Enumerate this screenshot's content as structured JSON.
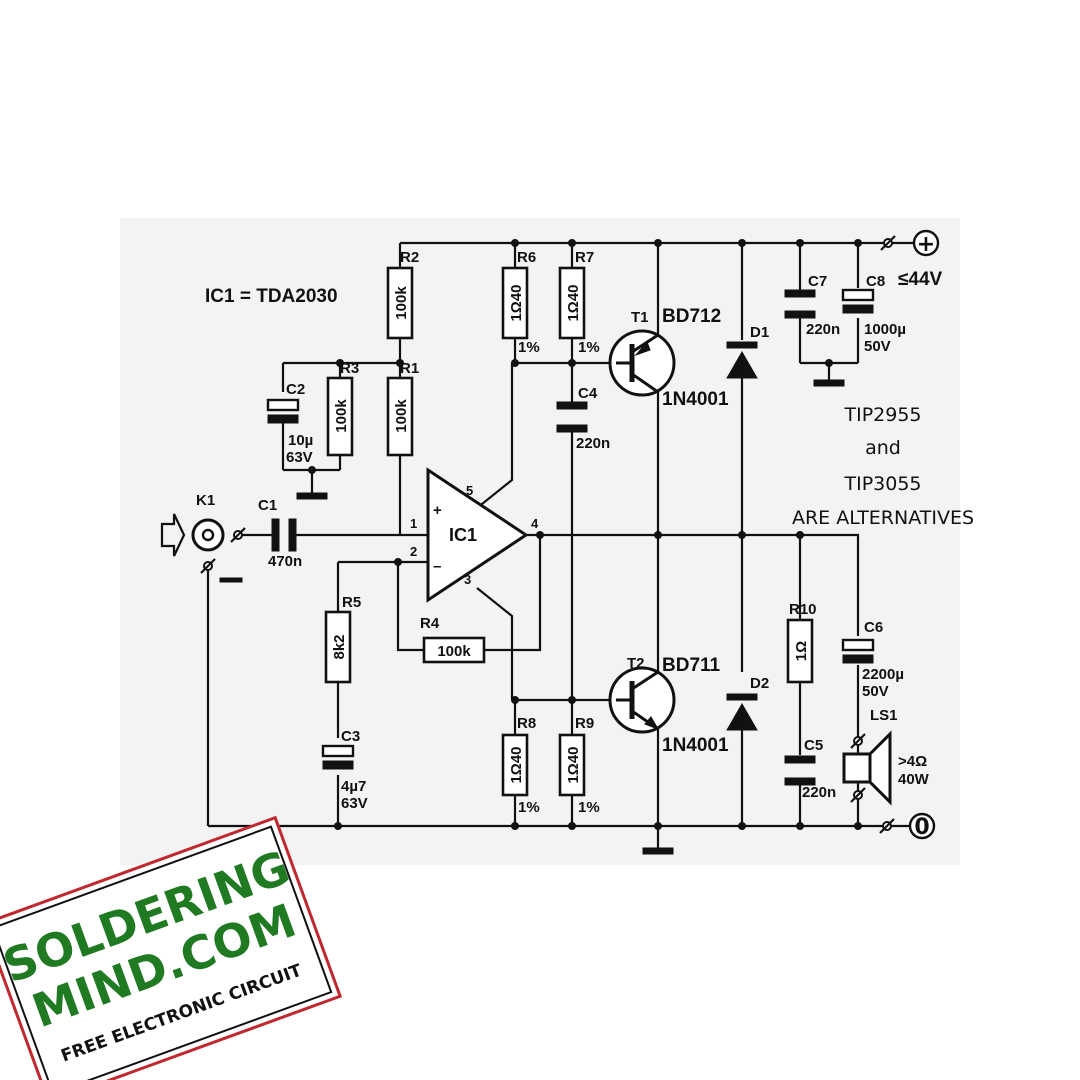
{
  "ic_note": "IC1 = TDA2030",
  "supply": {
    "plus_symbol": "+",
    "voltage": "≤44V",
    "zero_symbol": "0"
  },
  "resistors": {
    "R1": {
      "name": "R1",
      "value": "100k"
    },
    "R2": {
      "name": "R2",
      "value": "100k"
    },
    "R3": {
      "name": "R3",
      "value": "100k"
    },
    "R4": {
      "name": "R4",
      "value": "100k"
    },
    "R5": {
      "name": "R5",
      "value": "8k2"
    },
    "R6": {
      "name": "R6",
      "value": "1Ω40",
      "tol": "1%"
    },
    "R7": {
      "name": "R7",
      "value": "1Ω40",
      "tol": "1%"
    },
    "R8": {
      "name": "R8",
      "value": "1Ω40",
      "tol": "1%"
    },
    "R9": {
      "name": "R9",
      "value": "1Ω40",
      "tol": "1%"
    },
    "R10": {
      "name": "R10",
      "value": "1Ω"
    }
  },
  "capacitors": {
    "C1": {
      "name": "C1",
      "value": "470n"
    },
    "C2": {
      "name": "C2",
      "value": "10µ",
      "voltage": "63V"
    },
    "C3": {
      "name": "C3",
      "value": "4µ7",
      "voltage": "63V"
    },
    "C4": {
      "name": "C4",
      "value": "220n"
    },
    "C5": {
      "name": "C5",
      "value": "220n"
    },
    "C6": {
      "name": "C6",
      "value": "2200µ",
      "voltage": "50V"
    },
    "C7": {
      "name": "C7",
      "value": "220n"
    },
    "C8": {
      "name": "C8",
      "value": "1000µ",
      "voltage": "50V"
    }
  },
  "transistors": {
    "T1": {
      "name": "T1",
      "type": "BD712"
    },
    "T2": {
      "name": "T2",
      "type": "BD711"
    }
  },
  "diodes": {
    "D1": {
      "name": "D1",
      "type": "1N4001"
    },
    "D2": {
      "name": "D2",
      "type": "1N4001"
    }
  },
  "ic1": {
    "name": "IC1",
    "pins": [
      "1",
      "2",
      "3",
      "4",
      "5"
    ],
    "plus": "+",
    "minus": "–"
  },
  "connector": {
    "name": "K1"
  },
  "speaker": {
    "name": "LS1",
    "impedance": ">4Ω",
    "power": "40W"
  },
  "alternatives_note": [
    "TIP2955",
    "and",
    "TIP3055",
    "ARE ALTERNATIVES"
  ],
  "logo": {
    "line1": "SOLDERING",
    "line2": "MIND.COM",
    "tagline": "FREE ELECTRONIC CIRCUIT"
  }
}
